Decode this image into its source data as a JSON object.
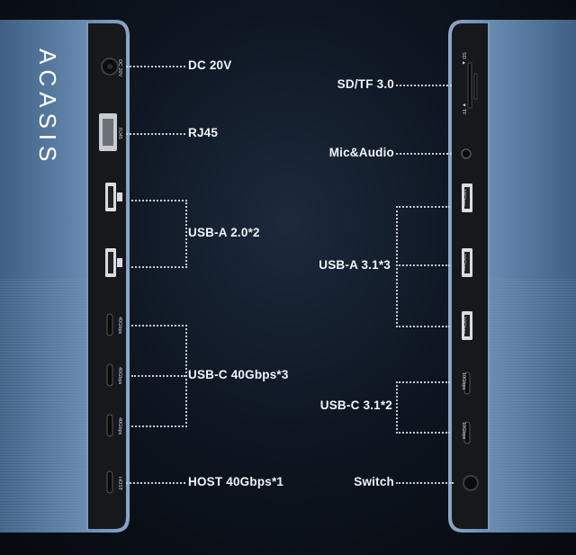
{
  "brand": "ACASIS",
  "left_ports": [
    {
      "label": "DC 20V",
      "side_text": "DC 20V"
    },
    {
      "label": "RJ45",
      "side_text": "RJ45"
    },
    {
      "label": "USB-A 2.0*2"
    },
    {
      "label": "USB-C 40Gbps*3",
      "side_text": "40Gbps"
    },
    {
      "label": "HOST 40Gbps*1",
      "side_text": "HOST"
    }
  ],
  "right_ports": [
    {
      "label": "SD/TF 3.0",
      "side_text_sd": "SD ▲",
      "side_text_tf": "▼ TF"
    },
    {
      "label": "Mic&Audio"
    },
    {
      "label": "USB-A 3.1*3",
      "side_text": "10Gbps"
    },
    {
      "label": "USB-C 3.1*2",
      "side_text": "10Gbps"
    },
    {
      "label": "Switch"
    }
  ],
  "colors": {
    "body_blue": "#5d7fa3",
    "panel_black": "#16181c",
    "label_white": "#f2f4f7",
    "leader_grey": "#c9ced6"
  }
}
